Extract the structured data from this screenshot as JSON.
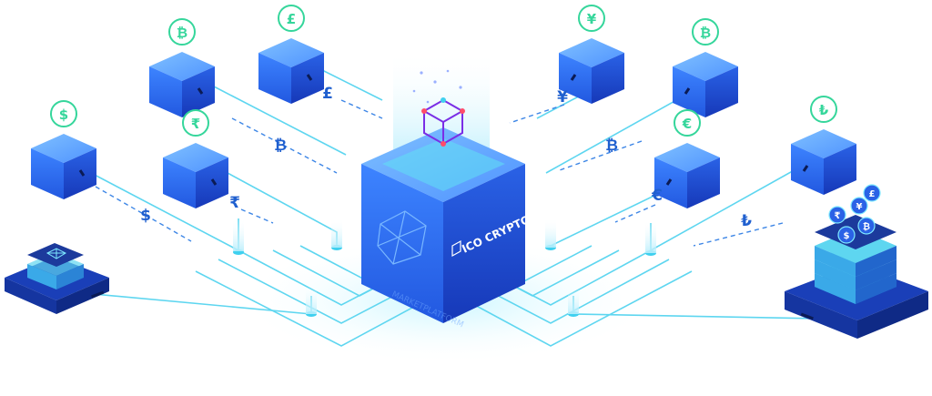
{
  "center": {
    "label": "ICO CRYPTO",
    "sub_label": "MARKETPLATFORM"
  },
  "colors": {
    "cube_top": "#5fa8ff",
    "cube_left": "#2f6fe8",
    "cube_right": "#1c49c9",
    "line": "#5ed6f0",
    "coin": "#35d69b",
    "arrow": "#3d86e6",
    "symbol": "#1f5fcf",
    "accent_purple": "#7a2ee6"
  },
  "nodes": [
    {
      "name": "dollar",
      "coin": "$",
      "symbol": "$"
    },
    {
      "name": "bitcoin-left-top",
      "coin": "₿",
      "symbol": "₿"
    },
    {
      "name": "pound",
      "coin": "£",
      "symbol": "£"
    },
    {
      "name": "rupee",
      "coin": "₹",
      "symbol": "₹"
    },
    {
      "name": "yen",
      "coin": "¥",
      "symbol": "¥"
    },
    {
      "name": "bitcoin-right-top",
      "coin": "₿",
      "symbol": "₿"
    },
    {
      "name": "euro",
      "coin": "€",
      "symbol": "€"
    },
    {
      "name": "lira",
      "coin": "₺",
      "symbol": "₺"
    }
  ],
  "server_coins": [
    "₹",
    "¥",
    "£",
    "$",
    "₿"
  ]
}
